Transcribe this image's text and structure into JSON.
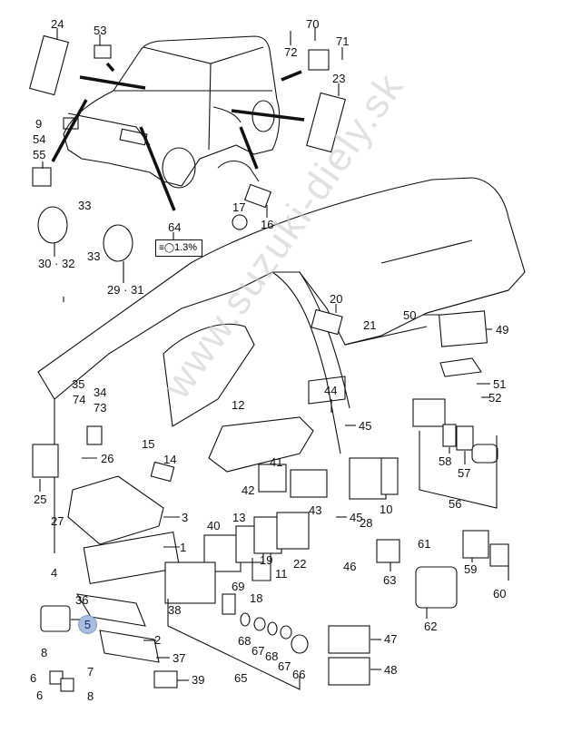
{
  "diagram": {
    "title": "Suzuki electrical parts exploded view",
    "watermark": "www.suzuki-diely.sk",
    "highlight_color": "#a9bde3",
    "highlighted_callout": "5",
    "lamp_label": {
      "icon": "headlamp-icon",
      "text": "1.3%"
    },
    "callouts": [
      {
        "id": "24",
        "label": "24"
      },
      {
        "id": "53",
        "label": "53"
      },
      {
        "id": "70",
        "label": "70"
      },
      {
        "id": "71",
        "label": "71"
      },
      {
        "id": "72",
        "label": "72"
      },
      {
        "id": "23",
        "label": "23"
      },
      {
        "id": "9",
        "label": "9"
      },
      {
        "id": "54",
        "label": "54"
      },
      {
        "id": "55",
        "label": "55"
      },
      {
        "id": "33a",
        "label": "33"
      },
      {
        "id": "33b",
        "label": "33"
      },
      {
        "id": "30-32",
        "label": "30 · 32"
      },
      {
        "id": "29-31",
        "label": "29 · 31"
      },
      {
        "id": "64",
        "label": "64"
      },
      {
        "id": "17",
        "label": "17"
      },
      {
        "id": "16",
        "label": "16"
      },
      {
        "id": "20",
        "label": "20"
      },
      {
        "id": "21",
        "label": "21"
      },
      {
        "id": "50",
        "label": "50"
      },
      {
        "id": "49",
        "label": "49"
      },
      {
        "id": "51",
        "label": "51"
      },
      {
        "id": "52",
        "label": "52"
      },
      {
        "id": "35",
        "label": "35"
      },
      {
        "id": "74",
        "label": "74"
      },
      {
        "id": "34",
        "label": "34"
      },
      {
        "id": "73",
        "label": "73"
      },
      {
        "id": "12",
        "label": "12"
      },
      {
        "id": "44",
        "label": "44"
      },
      {
        "id": "45a",
        "label": "45"
      },
      {
        "id": "15",
        "label": "15"
      },
      {
        "id": "14",
        "label": "14"
      },
      {
        "id": "26",
        "label": "26"
      },
      {
        "id": "25",
        "label": "25"
      },
      {
        "id": "41",
        "label": "41"
      },
      {
        "id": "42",
        "label": "42"
      },
      {
        "id": "13",
        "label": "13"
      },
      {
        "id": "3",
        "label": "3"
      },
      {
        "id": "27",
        "label": "27"
      },
      {
        "id": "43",
        "label": "43"
      },
      {
        "id": "45b",
        "label": "45"
      },
      {
        "id": "28",
        "label": "28"
      },
      {
        "id": "10",
        "label": "10"
      },
      {
        "id": "58",
        "label": "58"
      },
      {
        "id": "57",
        "label": "57"
      },
      {
        "id": "56",
        "label": "56"
      },
      {
        "id": "40",
        "label": "40"
      },
      {
        "id": "19",
        "label": "19"
      },
      {
        "id": "11",
        "label": "11"
      },
      {
        "id": "22",
        "label": "22"
      },
      {
        "id": "1",
        "label": "1"
      },
      {
        "id": "4",
        "label": "4"
      },
      {
        "id": "61",
        "label": "61"
      },
      {
        "id": "59",
        "label": "59"
      },
      {
        "id": "60",
        "label": "60"
      },
      {
        "id": "46",
        "label": "46"
      },
      {
        "id": "63",
        "label": "63"
      },
      {
        "id": "18",
        "label": "18"
      },
      {
        "id": "69",
        "label": "69"
      },
      {
        "id": "36",
        "label": "36"
      },
      {
        "id": "38",
        "label": "38"
      },
      {
        "id": "5",
        "label": "5"
      },
      {
        "id": "2",
        "label": "2"
      },
      {
        "id": "62",
        "label": "62"
      },
      {
        "id": "8a",
        "label": "8"
      },
      {
        "id": "37",
        "label": "37"
      },
      {
        "id": "68a",
        "label": "68"
      },
      {
        "id": "67a",
        "label": "67"
      },
      {
        "id": "68b",
        "label": "68"
      },
      {
        "id": "67b",
        "label": "67"
      },
      {
        "id": "66",
        "label": "66"
      },
      {
        "id": "47",
        "label": "47"
      },
      {
        "id": "48",
        "label": "48"
      },
      {
        "id": "7",
        "label": "7"
      },
      {
        "id": "6a",
        "label": "6"
      },
      {
        "id": "6b",
        "label": "6"
      },
      {
        "id": "8b",
        "label": "8"
      },
      {
        "id": "39",
        "label": "39"
      },
      {
        "id": "65",
        "label": "65"
      }
    ]
  }
}
